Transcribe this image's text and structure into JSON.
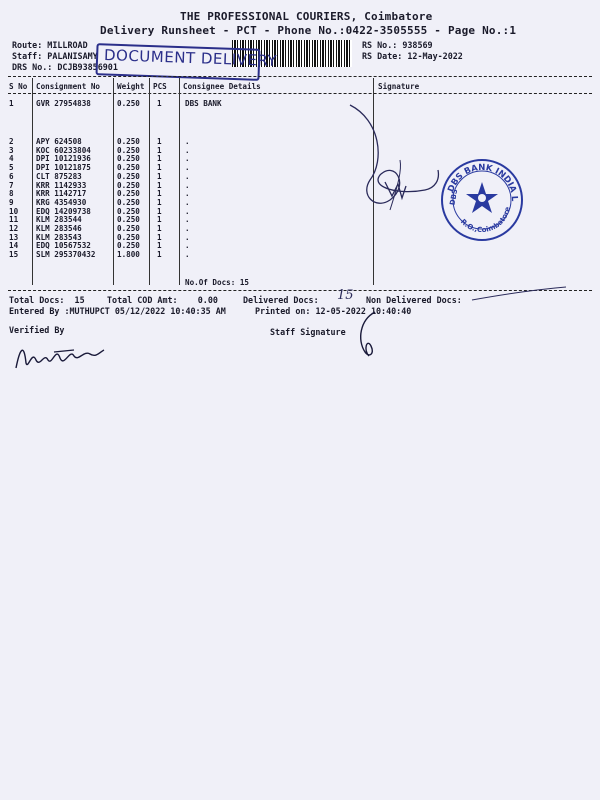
{
  "header": {
    "company": "THE PROFESSIONAL COURIERS, Coimbatore",
    "subtitle": "Delivery Runsheet - PCT - Phone No.:0422-3505555 - Page No.:1",
    "route": "Route: MILLROAD",
    "staff": "Staff: PALANISAMY",
    "drs": "DRS No.: DCJB93856901",
    "rs_no": "RS No.: 938569",
    "rs_date": "RS Date: 12-May-2022"
  },
  "stamp": {
    "text": "DOCUMENT DELIVERY",
    "color": "#2b2f8a"
  },
  "table": {
    "columns": [
      "S No",
      "Consignment No",
      "Weight",
      "PCS",
      "Consignee Details",
      "Signature"
    ],
    "rows": [
      {
        "sno": "1",
        "cons": "GVR 27954838",
        "weight": "0.250",
        "pcs": "1",
        "details": "DBS BANK"
      },
      {
        "sno": "2",
        "cons": "APY 624508",
        "weight": "0.250",
        "pcs": "1",
        "details": "."
      },
      {
        "sno": "3",
        "cons": "KOC 60233804",
        "weight": "0.250",
        "pcs": "1",
        "details": "."
      },
      {
        "sno": "4",
        "cons": "DPI 10121936",
        "weight": "0.250",
        "pcs": "1",
        "details": "."
      },
      {
        "sno": "5",
        "cons": "DPI 10121875",
        "weight": "0.250",
        "pcs": "1",
        "details": "."
      },
      {
        "sno": "6",
        "cons": "CLT 875283",
        "weight": "0.250",
        "pcs": "1",
        "details": "."
      },
      {
        "sno": "7",
        "cons": "KRR 1142933",
        "weight": "0.250",
        "pcs": "1",
        "details": "."
      },
      {
        "sno": "8",
        "cons": "KRR 1142717",
        "weight": "0.250",
        "pcs": "1",
        "details": "."
      },
      {
        "sno": "9",
        "cons": "KRG 4354930",
        "weight": "0.250",
        "pcs": "1",
        "details": "."
      },
      {
        "sno": "10",
        "cons": "EDQ 14209738",
        "weight": "0.250",
        "pcs": "1",
        "details": "."
      },
      {
        "sno": "11",
        "cons": "KLM 283544",
        "weight": "0.250",
        "pcs": "1",
        "details": "."
      },
      {
        "sno": "12",
        "cons": "KLM 283546",
        "weight": "0.250",
        "pcs": "1",
        "details": "."
      },
      {
        "sno": "13",
        "cons": "KLM 283543",
        "weight": "0.250",
        "pcs": "1",
        "details": "."
      },
      {
        "sno": "14",
        "cons": "EDQ 10567532",
        "weight": "0.250",
        "pcs": "1",
        "details": "."
      },
      {
        "sno": "15",
        "cons": "SLM 295370432",
        "weight": "1.800",
        "pcs": "1",
        "details": "."
      }
    ],
    "no_of_docs": "No.Of Docs: 15"
  },
  "footer": {
    "total_docs": "Total Docs:  15",
    "total_cod": "Total COD Amt:    0.00",
    "delivered": "Delivered Docs:",
    "delivered_hand": "15",
    "non_delivered": "Non Delivered Docs:",
    "entered_by": "Entered By :MUTHUPCT 05/12/2022 10:40:35 AM",
    "printed_on": "Printed on: 12-05-2022 10:40:40",
    "verified_by": "Verified By",
    "staff_signature": "Staff Signature"
  },
  "seal": {
    "top": "DBS BANK INDIA LTD.",
    "bottom": "R.O.,Coimbatore",
    "side": "DBS",
    "color": "#2a3aa0"
  }
}
